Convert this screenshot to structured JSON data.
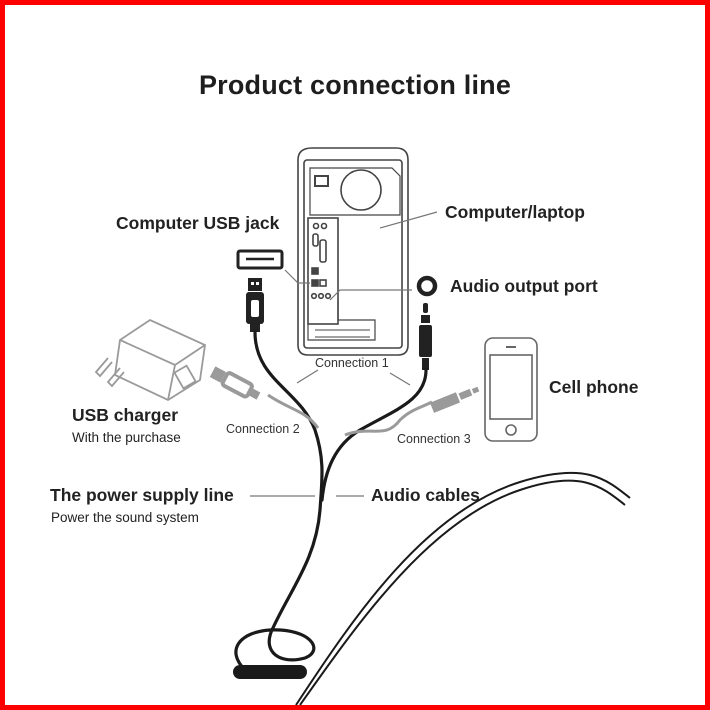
{
  "title": "Product connection line",
  "labels": {
    "computer": "Computer/laptop",
    "usb_jack": "Computer USB jack",
    "audio_port": "Audio output port",
    "cell_phone": "Cell phone",
    "usb_charger": "USB charger",
    "usb_charger_note": "With the purchase",
    "connection1": "Connection 1",
    "connection2": "Connection 2",
    "connection3": "Connection 3",
    "power_line": "The power supply line",
    "power_line_note": "Power the sound system",
    "audio_cables": "Audio cables"
  },
  "colors": {
    "border": "#ff0000",
    "line": "#222222",
    "gray_cable": "#9a9a9a",
    "leader": "#888888"
  }
}
